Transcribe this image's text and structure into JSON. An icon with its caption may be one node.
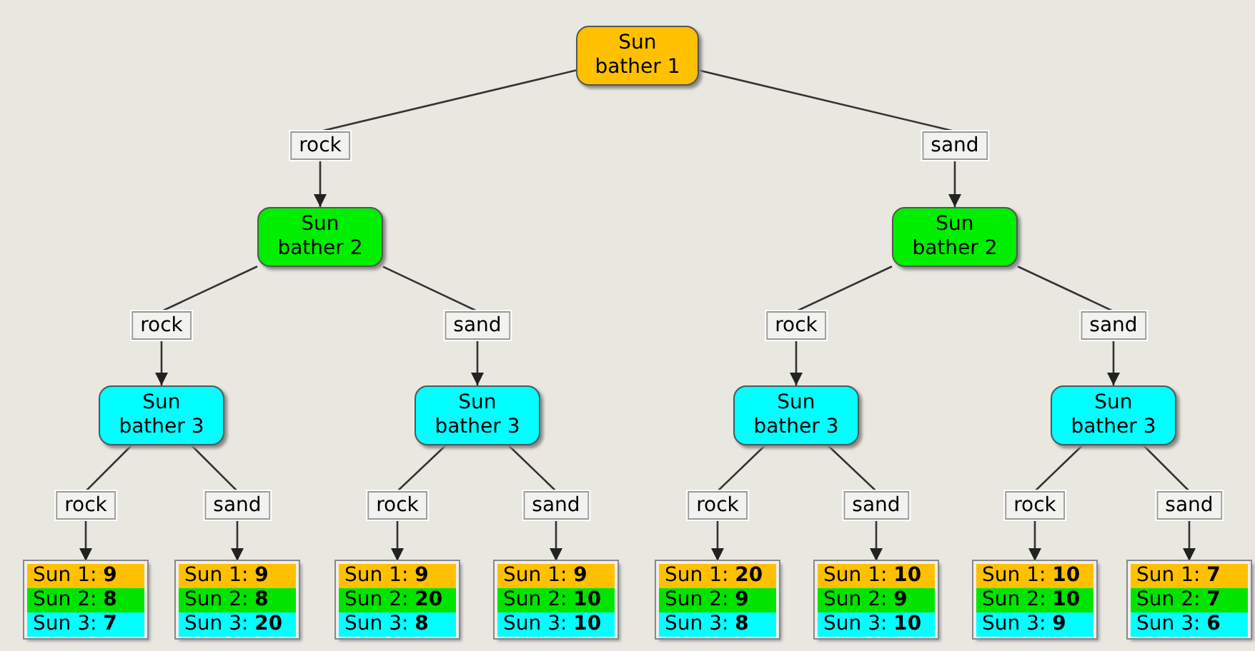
{
  "diagram": {
    "nodes": [
      {
        "text": [
          "Sun bather 1"
        ]
      },
      {
        "text": [
          "Sun bather 2"
        ]
      },
      {
        "text": [
          "Sun bather 2"
        ]
      },
      {
        "text": [
          "Sun bather 3"
        ]
      },
      {
        "text": [
          "Sun bather 3"
        ]
      },
      {
        "text": [
          "Sun bather 3"
        ]
      },
      {
        "text": [
          "Sun bather 3"
        ]
      },
      {
        "text": [
          "Sun 1: **9**",
          "Sun 2: **8**",
          "Sun 3: **7**"
        ]
      },
      {
        "text": [
          "Sun 1: **9**",
          "Sun 2: **8**",
          "Sun 3: **20**"
        ]
      },
      {
        "text": [
          "Sun 1: **9**",
          "Sun 2: **20**",
          "Sun 3: **8**"
        ]
      },
      {
        "text": [
          "Sun 1: **9**",
          "Sun 2: **10**",
          "Sun 3: **10**"
        ]
      },
      {
        "text": [
          "Sun 1: **20**",
          "Sun 2: **9**",
          "Sun 3: **8**"
        ]
      },
      {
        "text": [
          "Sun 1: **10**",
          "Sun 2: **9**",
          "Sun 3: **10**"
        ]
      },
      {
        "text": [
          "Sun 1: **10**",
          "Sun 2: **10**",
          "Sun 3: **9**"
        ]
      },
      {
        "text": [
          "Sun 1: **7**",
          "Sun 2: **7**",
          "Sun 3: **6**"
        ]
      }
    ],
    "edges": [
      {
        "from": 0,
        "to": 1,
        "arrow": "to",
        "label": "rock"
      },
      {
        "from": 0,
        "to": 2,
        "arrow": "to",
        "label": "sand"
      },
      {
        "from": 1,
        "to": 3,
        "arrow": "to",
        "label": "rock"
      },
      {
        "from": 1,
        "to": 4,
        "arrow": "to",
        "label": "sand"
      },
      {
        "from": 2,
        "to": 5,
        "arrow": "to",
        "label": "rock"
      },
      {
        "from": 2,
        "to": 6,
        "arrow": "to",
        "label": "sand"
      },
      {
        "from": 3,
        "to": 7,
        "arrow": "to",
        "label": "rock"
      },
      {
        "from": 3,
        "to": 8,
        "arrow": "to",
        "label": "sand"
      },
      {
        "from": 4,
        "to": 9,
        "arrow": "to",
        "label": "rock"
      },
      {
        "from": 4,
        "to": 10,
        "arrow": "to",
        "label": "sand"
      },
      {
        "from": 5,
        "to": 11,
        "arrow": "to",
        "label": "rock"
      },
      {
        "from": 5,
        "to": 12,
        "arrow": "to",
        "label": "sand"
      },
      {
        "from": 6,
        "to": 13,
        "arrow": "to",
        "label": "rock"
      },
      {
        "from": 6,
        "to": 14,
        "arrow": "to",
        "label": "sand"
      }
    ]
  }
}
